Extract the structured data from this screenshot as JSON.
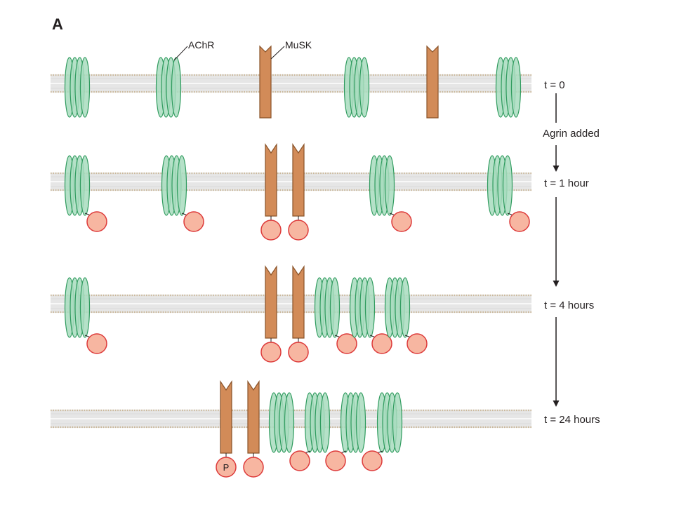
{
  "figure": {
    "panel_letter": "A",
    "callouts": {
      "achr": "AChR",
      "musk": "MuSK"
    },
    "agrin_label": "Agrin added",
    "phospho_label": "P"
  },
  "colors": {
    "membrane": "#e6e6e6",
    "membrane_dots": "#cbb89a",
    "achr_fill": "#a8dcbe",
    "achr_stroke": "#2f9b5e",
    "musk_fill": "#d28b58",
    "musk_stroke": "#8a5329",
    "rapsyn_fill": "#f7b6a1",
    "rapsyn_stroke": "#dd3a3a",
    "text": "#231f20"
  },
  "rows": [
    {
      "time_label": "t = 0",
      "achr": [
        {
          "rapsyn": "none"
        },
        {
          "rapsyn": "none"
        },
        {
          "rapsyn": "none"
        },
        {
          "rapsyn": "none"
        }
      ],
      "musk": [
        {
          "rapsyn": false,
          "phospho": false
        },
        {
          "rapsyn": false,
          "phospho": false
        }
      ]
    },
    {
      "time_label": "t = 1 hour",
      "achr": [
        {
          "rapsyn": "side"
        },
        {
          "rapsyn": "side"
        },
        {
          "rapsyn": "side"
        },
        {
          "rapsyn": "side"
        }
      ],
      "musk": [
        {
          "rapsyn": true,
          "phospho": false
        },
        {
          "rapsyn": true,
          "phospho": false
        }
      ]
    },
    {
      "time_label": "t = 4 hours",
      "achr": [
        {
          "rapsyn": "side"
        },
        {
          "rapsyn": "side"
        },
        {
          "rapsyn": "side"
        },
        {
          "rapsyn": "side"
        }
      ],
      "musk": [
        {
          "rapsyn": true,
          "phospho": false
        },
        {
          "rapsyn": true,
          "phospho": false
        }
      ]
    },
    {
      "time_label": "t = 24 hours",
      "achr": [
        {
          "rapsyn": "none"
        },
        {
          "rapsyn": "below"
        },
        {
          "rapsyn": "below"
        },
        {
          "rapsyn": "below"
        }
      ],
      "musk": [
        {
          "rapsyn": true,
          "phospho": true
        },
        {
          "rapsyn": true,
          "phospho": false
        }
      ]
    }
  ]
}
